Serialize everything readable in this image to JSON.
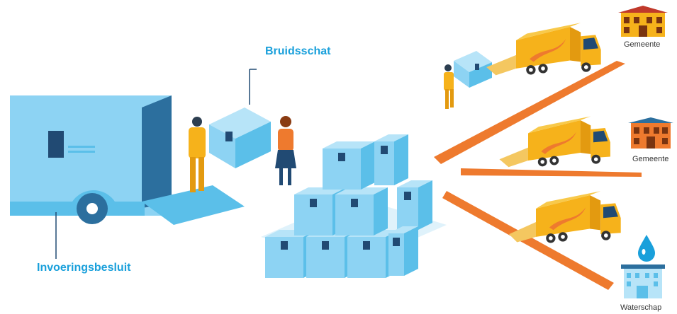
{
  "labels": {
    "bruidsschat": "Bruidsschat",
    "invoeringsbesluit": "Invoeringsbesluit",
    "gemeente_top": "Gemeente",
    "gemeente_middle": "Gemeente",
    "waterschap": "Waterschap"
  },
  "colors": {
    "light_blue": "#8dd3f3",
    "mid_blue": "#5bbfe9",
    "dark_blue": "#2c6f9e",
    "navy": "#214a73",
    "orange": "#ee7a2e",
    "yellow": "#f6b21b",
    "yellow_dark": "#e39a10",
    "label_blue": "#1aa0db"
  },
  "icons": {
    "building": "building-icon",
    "water_building": "water-building-icon",
    "truck": "truck-icon"
  }
}
